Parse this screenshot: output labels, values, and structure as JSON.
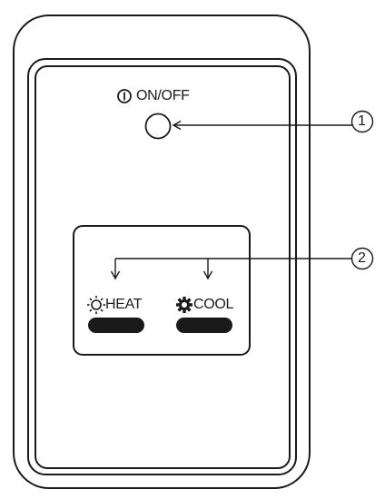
{
  "onoff_button": {
    "label": "ON/OFF",
    "icon": "power-icon"
  },
  "modes": [
    {
      "label": "HEAT",
      "icon": "sun-icon"
    },
    {
      "label": "COOL",
      "icon": "snowflake-gear-icon"
    }
  ],
  "callouts": [
    {
      "number": "1"
    },
    {
      "number": "2"
    }
  ],
  "colors": {
    "line": "#1a1a1a",
    "background": "#ffffff"
  }
}
